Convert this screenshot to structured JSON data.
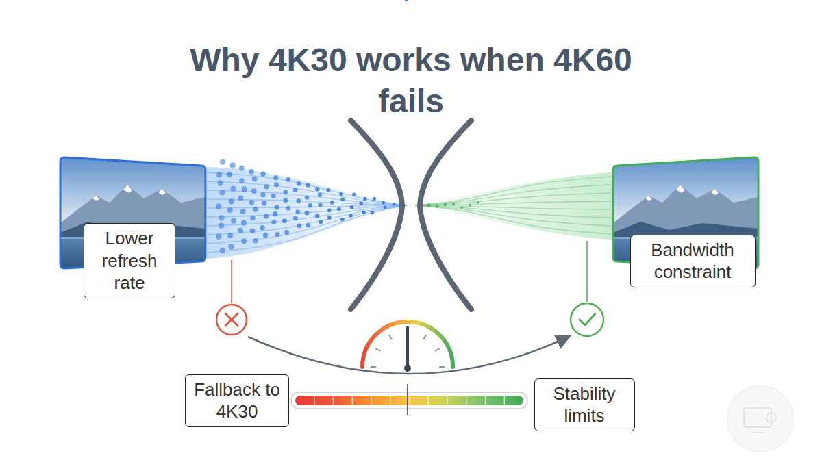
{
  "diagram": {
    "title": "Why 4K30 works when 4K60 fails",
    "nodes": [
      {
        "text": [
          "Lower refresh rate"
        ]
      },
      {
        "text": [
          "Bandwidth constraint"
        ]
      },
      {
        "text": [
          "Fallback to 4K30"
        ]
      },
      {
        "text": [
          "Stability limits"
        ]
      }
    ]
  }
}
